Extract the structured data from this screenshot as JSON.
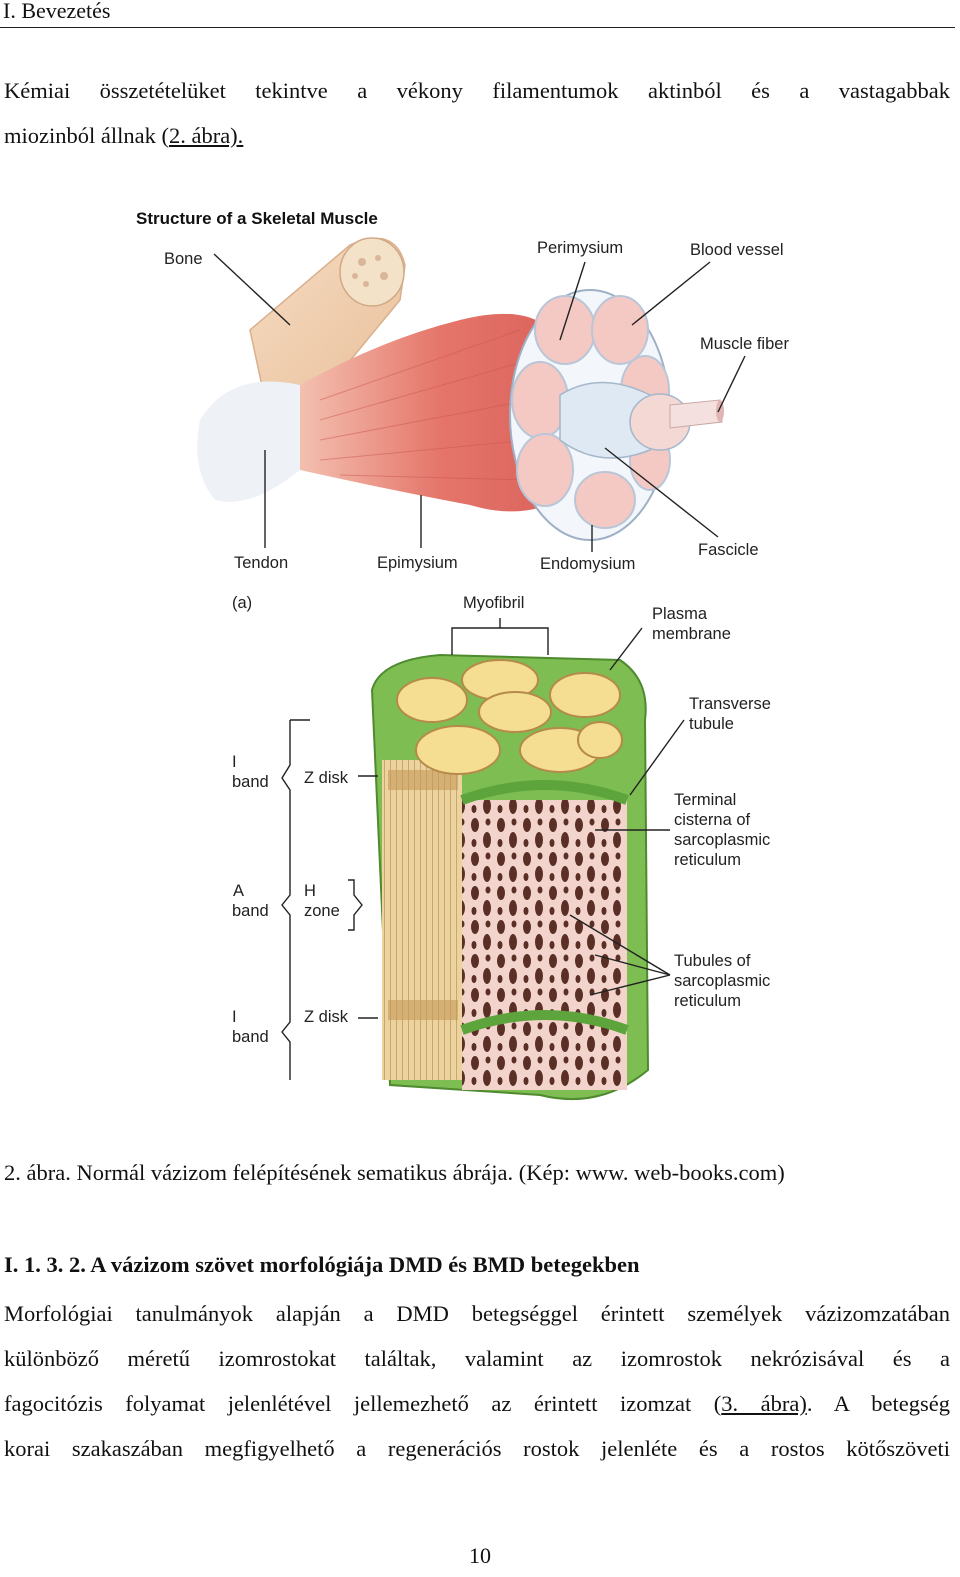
{
  "header": {
    "section": "I. Bevezetés"
  },
  "intro": {
    "line1": "Kémiai összetételüket tekintve a vékony filamentumok aktinból és a vastagabbak",
    "line2_pre": "miozinból állnak (",
    "line2_link": "2. ábra).",
    "line2_post": ""
  },
  "figure": {
    "title": "Structure of a Skeletal Muscle",
    "labels_a": {
      "bone": "Bone",
      "perimysium": "Perimysium",
      "blood_vessel": "Blood vessel",
      "muscle_fiber": "Muscle fiber",
      "tendon": "Tendon",
      "epimysium": "Epimysium",
      "endomysium": "Endomysium",
      "fascicle": "Fascicle",
      "panel": "(a)"
    },
    "labels_b": {
      "myofibril": "Myofibril",
      "plasma_membrane_1": "Plasma",
      "plasma_membrane_2": "membrane",
      "transverse_tubule_1": "Transverse",
      "transverse_tubule_2": "tubule",
      "terminal_1": "Terminal",
      "terminal_2": "cisterna of",
      "terminal_3": "sarcoplasmic",
      "terminal_4": "reticulum",
      "tubules_1": "Tubules of",
      "tubules_2": "sarcoplasmic",
      "tubules_3": "reticulum",
      "i_band_top_1": "I",
      "i_band_top_2": "band",
      "z_disk_top": "Z disk",
      "a_band_1": "A",
      "a_band_2": "band",
      "h_zone_1": "H",
      "h_zone_2": "zone",
      "i_band_bottom_1": "I",
      "i_band_bottom_2": "band",
      "z_disk_bottom": "Z disk"
    }
  },
  "caption": "2. ábra. Normál vázizom felépítésének sematikus ábrája. (Kép: www. web-books.com)",
  "section": {
    "heading": "I. 1. 3. 2. A vázizom szövet morfológiája DMD és BMD betegekben",
    "line1": "Morfológiai tanulmányok alapján a DMD betegséggel érintett személyek vázizomzatában",
    "line2": "különböző méretű izomrostokat találtak, valamint az izomrostok nekrózisával és a",
    "line3_pre": "fagocitózis folyamat jelenlétével jellemezhető az érintett izomzat (",
    "line3_link": "3. ábra)",
    "line3_post": ". A betegség",
    "line4": "korai szakaszában megfigyelhető a regenerációs rostok jelenléte és a rostos kötőszöveti"
  },
  "page_number": "10"
}
